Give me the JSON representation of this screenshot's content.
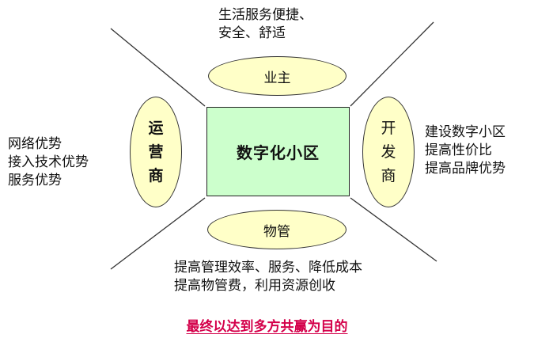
{
  "center": {
    "label": "数字化小区"
  },
  "stakeholders": {
    "top": "业主",
    "bottom": "物管",
    "left": "运营商",
    "right": "开发商"
  },
  "benefits": {
    "owner": [
      "生活服务便捷、",
      "安全、舒适"
    ],
    "operator": [
      "网络优势",
      "接入技术优势",
      "服务优势"
    ],
    "developer": [
      "建设数字小区",
      "提高性价比",
      "提高品牌优势"
    ],
    "property": [
      "提高管理效率、服务、降低成本",
      "提高物管费，利用资源创收"
    ]
  },
  "conclusion": "最终以达到多方共赢为目的",
  "colors": {
    "center_fill": "#ccffcc",
    "ellipse_fill": "#ffffc8",
    "conclusion_text": "#d4004a"
  }
}
